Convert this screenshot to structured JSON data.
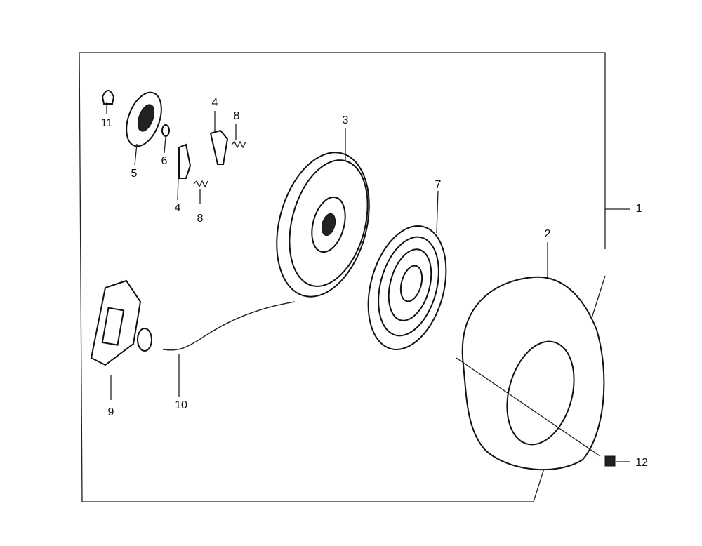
{
  "diagram": {
    "title_hidden": null,
    "labels": {
      "p1": "1",
      "p2": "2",
      "p3": "3",
      "p4a": "4",
      "p4b": "4",
      "p5": "5",
      "p6": "6",
      "p7": "7",
      "p8a": "8",
      "p8b": "8",
      "p9": "9",
      "p10": "10",
      "p11": "11",
      "p12": "12"
    }
  }
}
